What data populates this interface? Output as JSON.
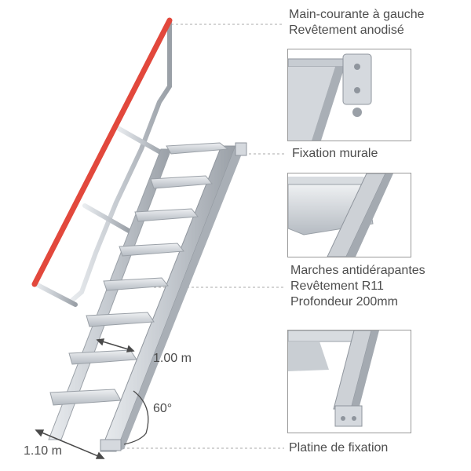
{
  "labels": {
    "handrail": [
      "Main-courante à gauche",
      "Revêtement anodisé"
    ],
    "wall_fixing": "Fixation murale",
    "steps": [
      "Marches antidérapantes",
      "Revêtement R11",
      "Profondeur 200mm"
    ],
    "base_plate": "Platine de fixation"
  },
  "dimensions": {
    "step_width": "1.00 m",
    "base_width": "1.10 m",
    "angle": "60°"
  },
  "colors": {
    "handrail": "#e2483c",
    "aluminium": "#c9cdd3",
    "aluminium_dark": "#8f959d",
    "leader": "#a8a8a8"
  }
}
